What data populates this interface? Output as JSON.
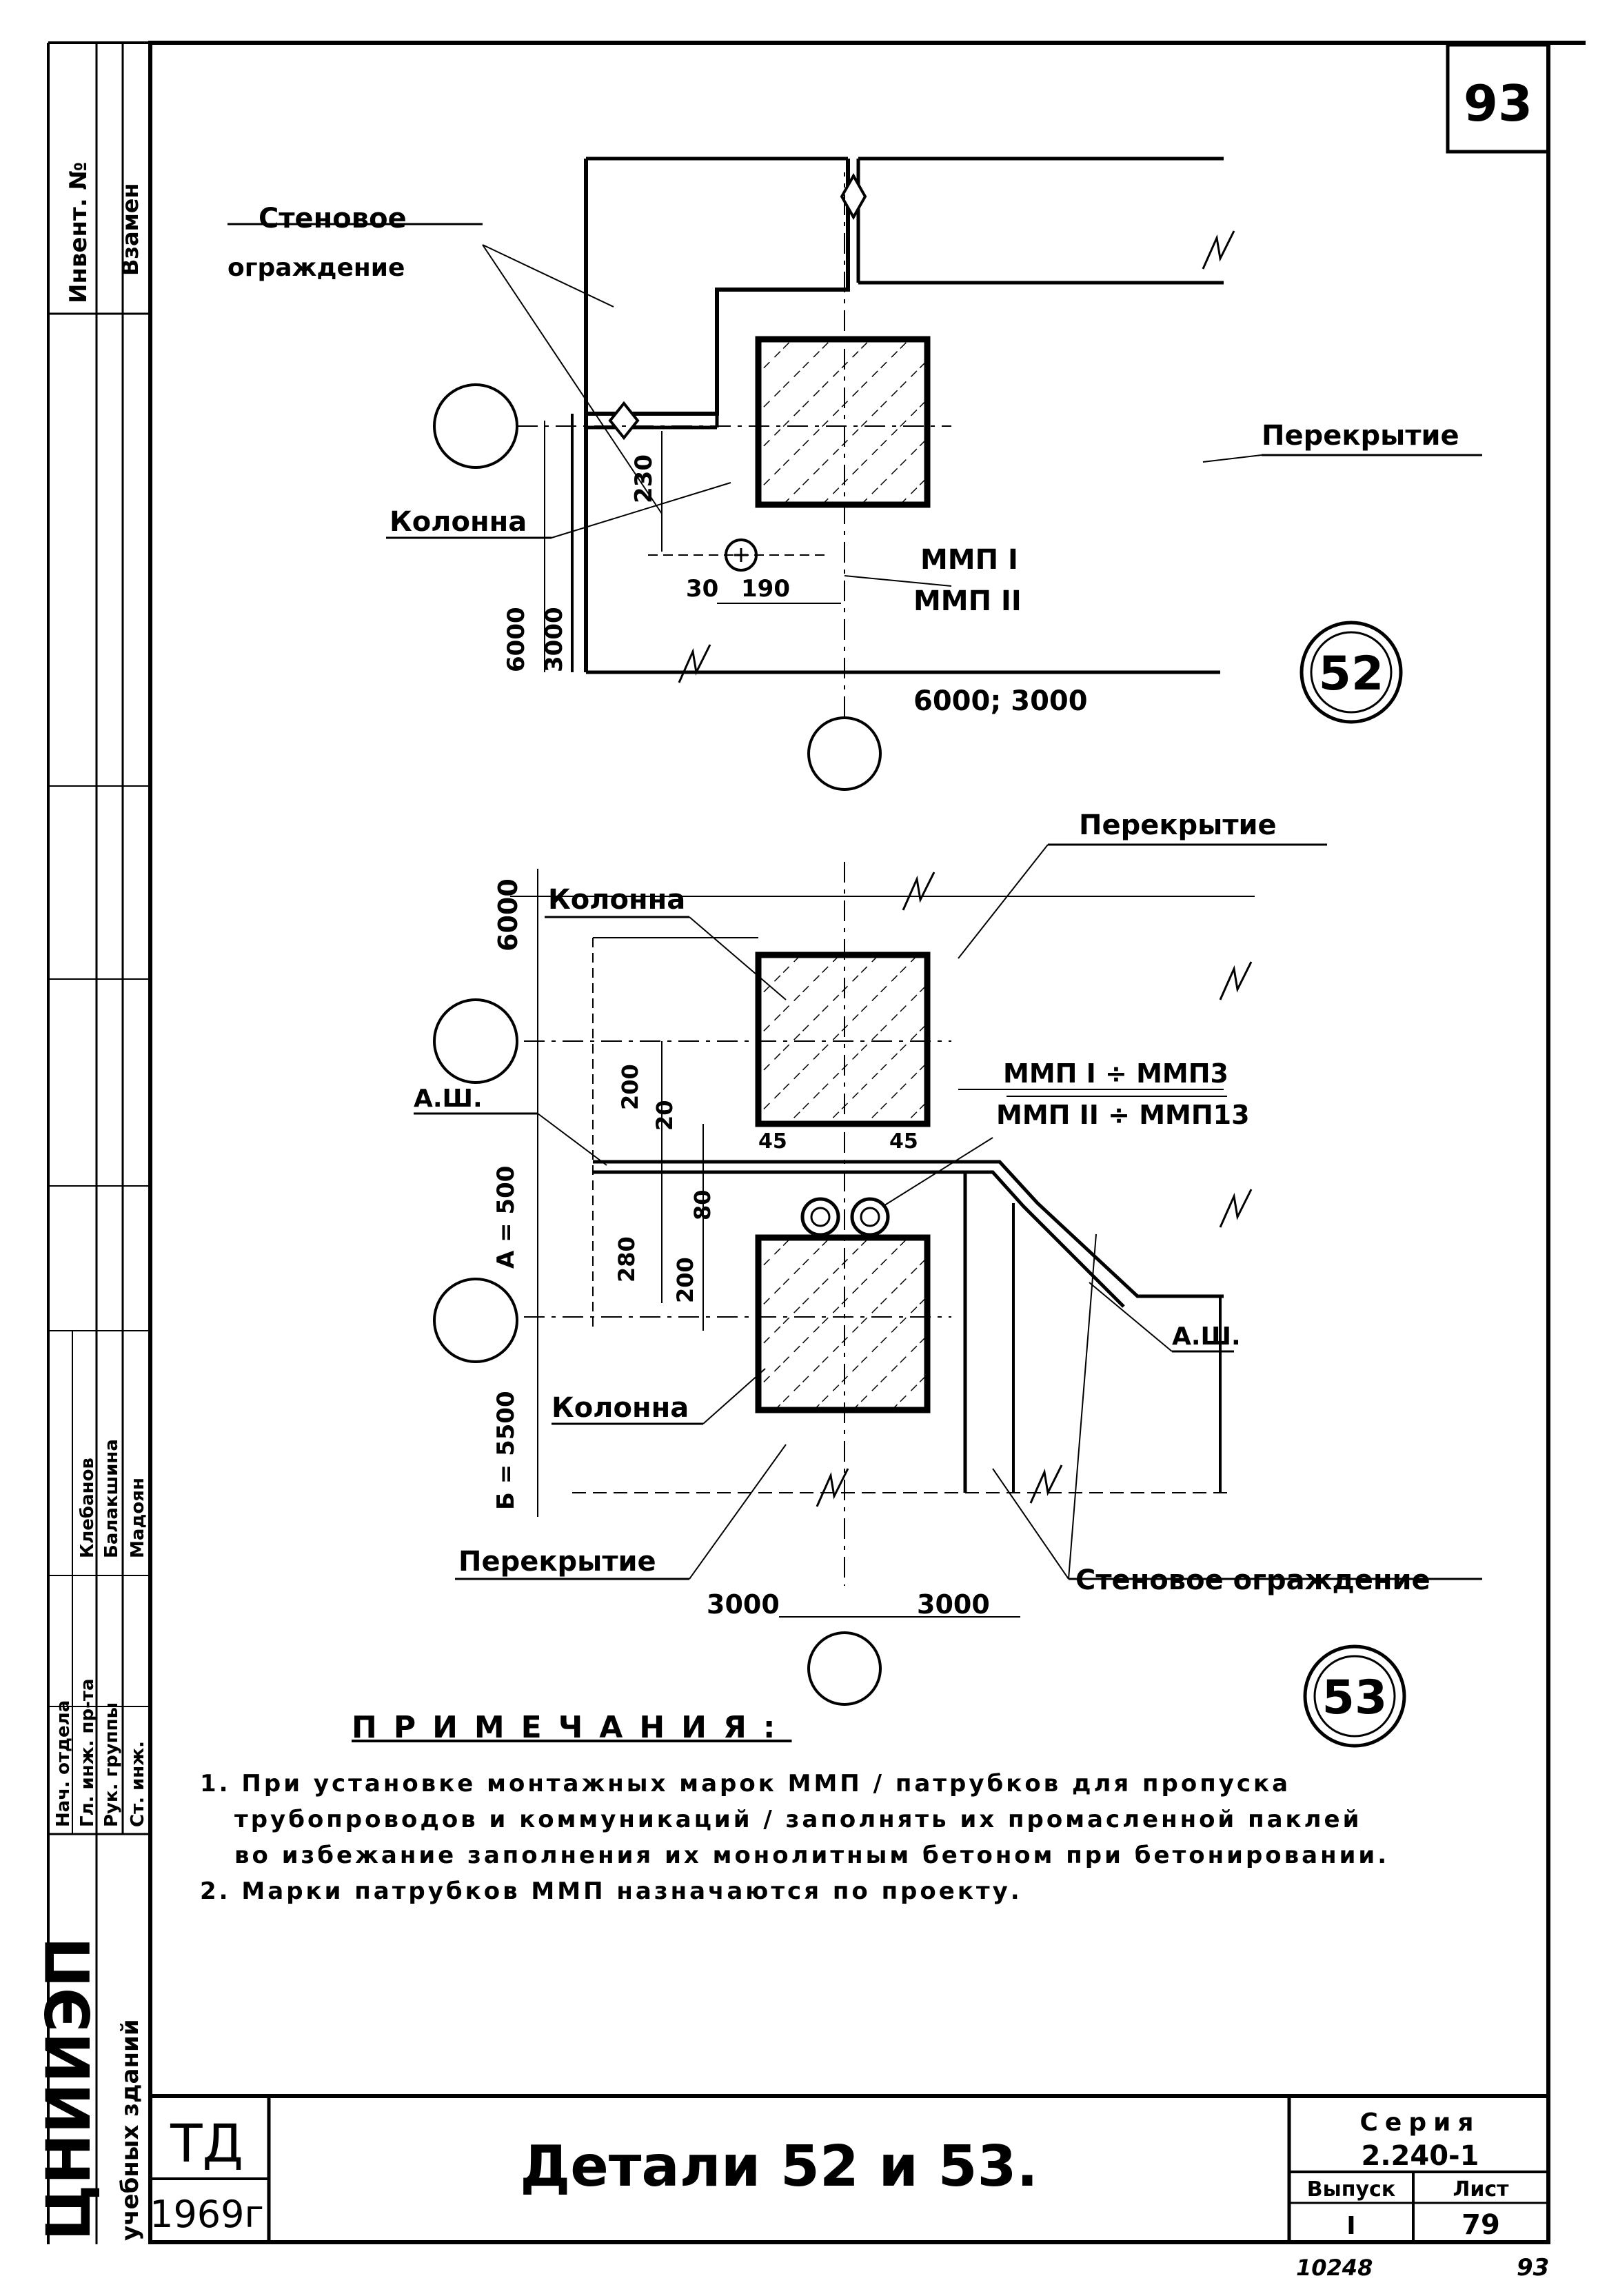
{
  "page_number": "93",
  "detail_52": {
    "badge": "52",
    "wall_label_line1": "Стеновое",
    "wall_label_line2": "ограждение",
    "floor_label": "Перекрытие",
    "column_label": "Колонна",
    "dim_230": "230",
    "dim_30": "30",
    "dim_190": "190",
    "dim_6000": "6000",
    "dim_3000": "3000",
    "mark_line1": "ММП I",
    "mark_line2": "ММП II",
    "spans": "6000; 3000"
  },
  "detail_53": {
    "badge": "53",
    "floor_top": "Перекрытие",
    "column_top": "Колонна",
    "dim_6000": "6000",
    "dim_200a": "200",
    "dim_20": "20",
    "axis_a": "А = 500",
    "axis_b": "Б = 5500",
    "dim_280": "280",
    "dim_80": "80",
    "dim_200b": "200",
    "dim_45a": "45",
    "dim_45b": "45",
    "ad_left": "А.Ш.",
    "ad_right": "А.Ш.",
    "marks_line1": "ММП I ÷ ММП3",
    "marks_line2": "ММП II ÷ ММП13",
    "column_bottom": "Колонна",
    "floor_bottom": "Перекрытие",
    "wall_label": "Стеновое ограждение",
    "span_left": "3000",
    "span_right": "3000"
  },
  "notes": {
    "title": "ПРИМЕЧАНИЯ:",
    "n1_line1": "1. При установке монтажных марок ММП / патрубков для пропуска",
    "n1_line2": "трубопроводов и коммуникаций / заполнять их промасленной паклей",
    "n1_line3": "во избежание заполнения их монолитным бетоном при бетонировании.",
    "n2": "2. Марки патрубков ММП назначаются по проекту."
  },
  "left_stamp": {
    "inv": "Инвент. №",
    "vzamen": "Взамен",
    "org_line1": "ЦНИИЭП",
    "org_line2": "учебных зданий",
    "r1_role": "Нач. отдела",
    "r2_role": "Гл. инж. пр-та",
    "r2_name": "Клебанов",
    "r3_role": "Рук. группы",
    "r3_name": "Балакшина",
    "r4_role": "Ст. инж.",
    "r4_name": "Мадоян"
  },
  "title_block": {
    "td": "ТД",
    "year": "1969г",
    "title": "Детали 52 и 53.",
    "series_label": "Серия",
    "series_value": "2.240-1",
    "issue_label": "Выпуск",
    "issue_value": "I",
    "sheet_label": "Лист",
    "sheet_value": "79",
    "bottom_code": "10248",
    "bottom_num": "93"
  }
}
